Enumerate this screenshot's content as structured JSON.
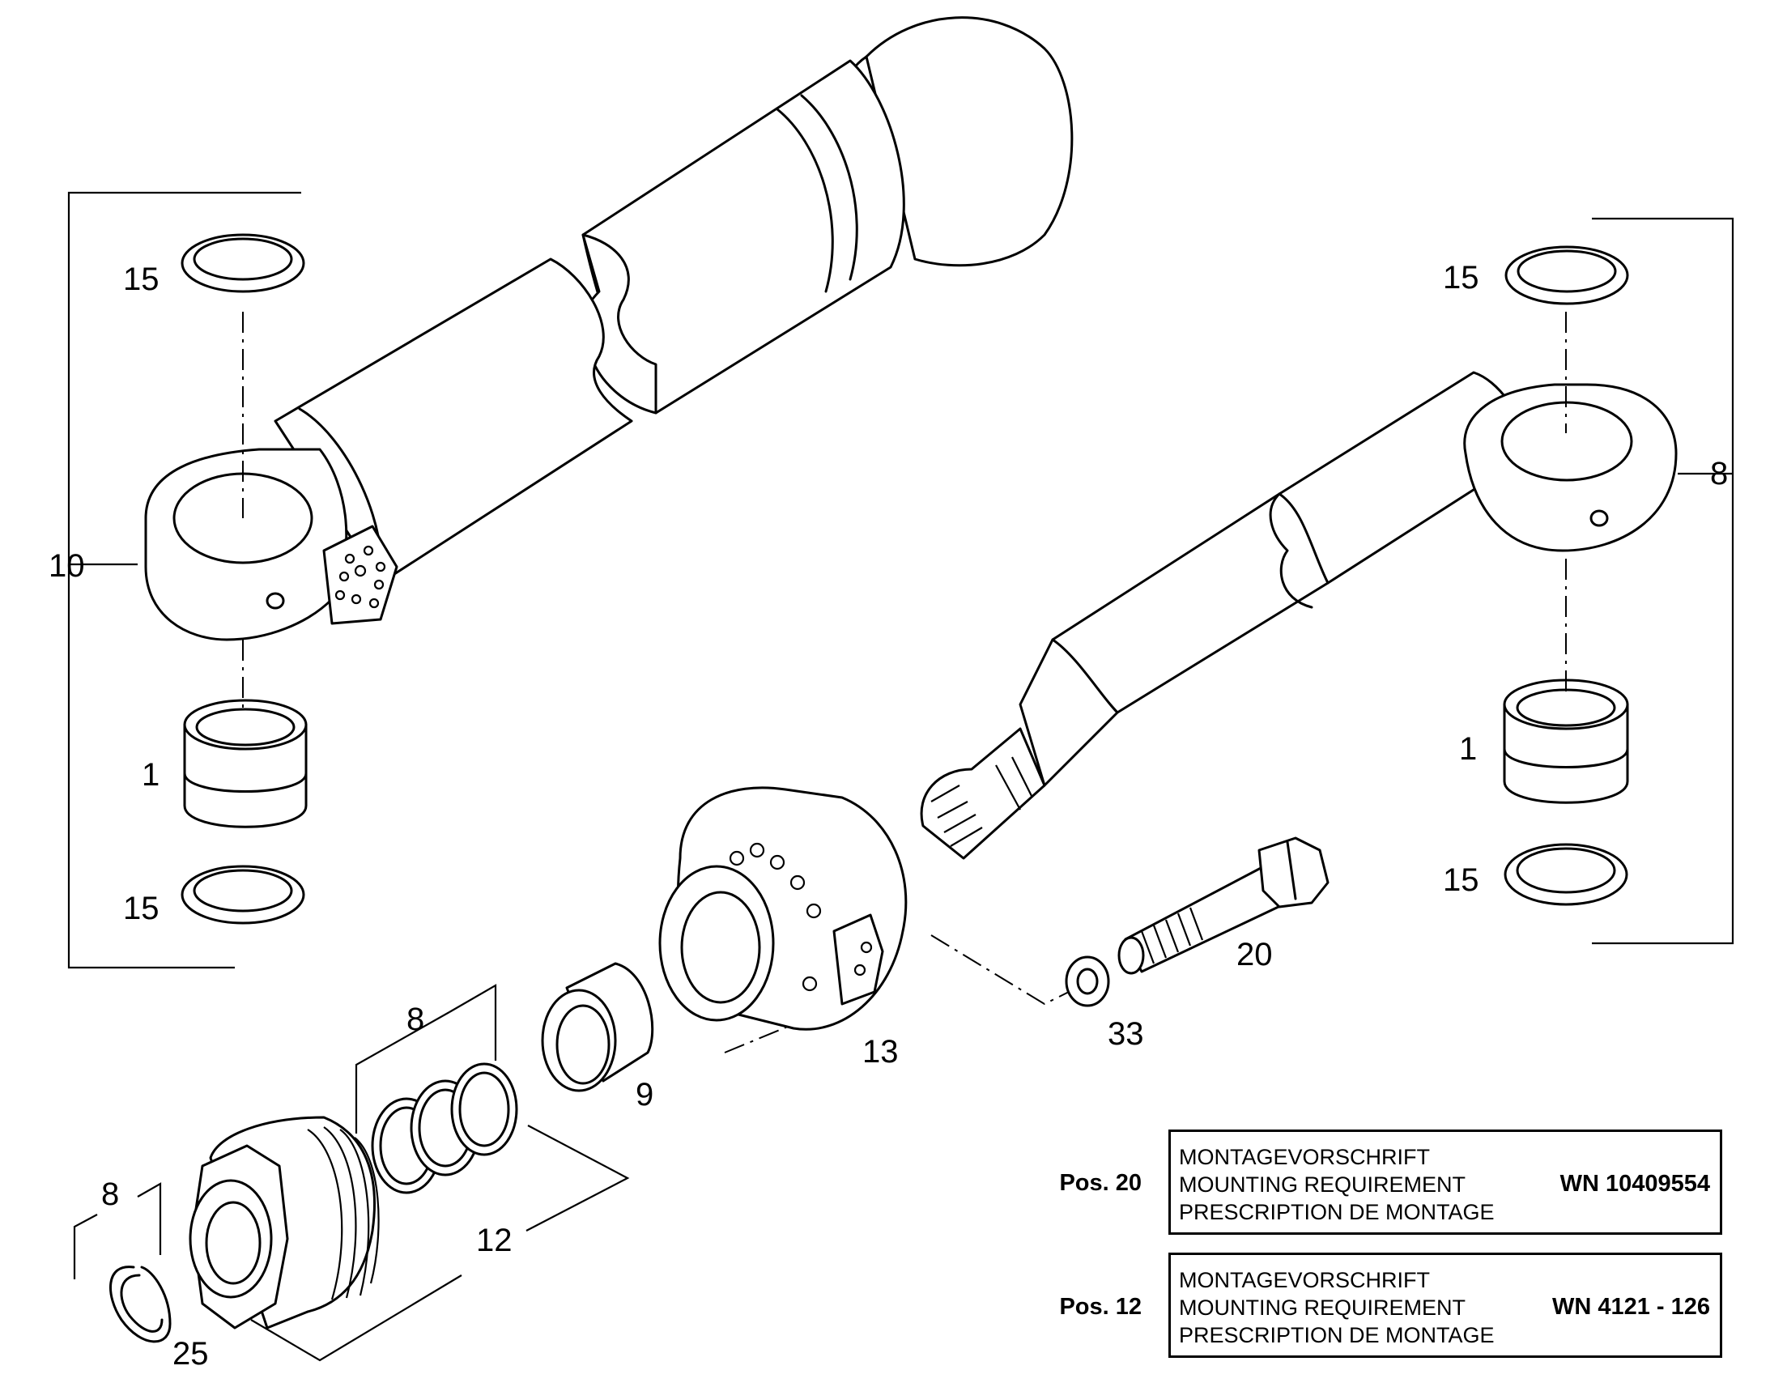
{
  "labels": {
    "l15a": "15",
    "l15b": "15",
    "l15c": "15",
    "l15d": "15",
    "l10": "10",
    "l1a": "1",
    "l1b": "1",
    "l8a": "8",
    "l8b": "8",
    "l8c": "8",
    "l20": "20",
    "l33": "33",
    "l13": "13",
    "l9": "9",
    "l12": "12",
    "l25": "25"
  },
  "notes": [
    {
      "pos": "Pos. 20",
      "lines": [
        "MONTAGEVORSCHRIFT",
        "MOUNTING REQUIREMENT",
        "PRESCRIPTION DE MONTAGE"
      ],
      "code": "WN 10409554"
    },
    {
      "pos": "Pos. 12",
      "lines": [
        "MONTAGEVORSCHRIFT",
        "MOUNTING REQUIREMENT",
        "PRESCRIPTION DE MONTAGE"
      ],
      "code": "WN 4121 - 126"
    }
  ]
}
